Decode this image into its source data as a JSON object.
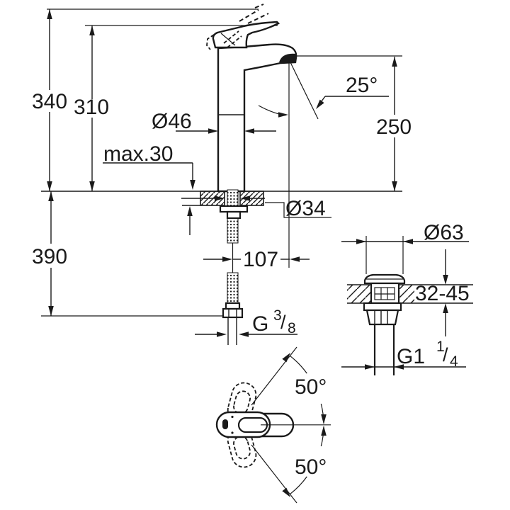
{
  "drawing": {
    "labels": {
      "height_total": "340",
      "height_body": "310",
      "depth_below_deck": "390",
      "deck_max_thickness": "max.30",
      "body_diameter": "Ø46",
      "spout_angle": "25°",
      "spout_height": "250",
      "hole_diameter": "Ø34",
      "spout_projection": "107",
      "waste_flange_diameter": "Ø63",
      "deck_thickness_range": "32-45",
      "swivel_angle_up": "50°",
      "swivel_angle_down": "50°",
      "supply_thread": {
        "base": "G",
        "sup": "3",
        "slash": "/",
        "sub": "8"
      },
      "waste_thread": {
        "base": "G1",
        "sup": "1",
        "slash": "/",
        "sub": "4"
      }
    },
    "colors": {
      "line": "#1a1a1a",
      "background": "#ffffff"
    }
  }
}
